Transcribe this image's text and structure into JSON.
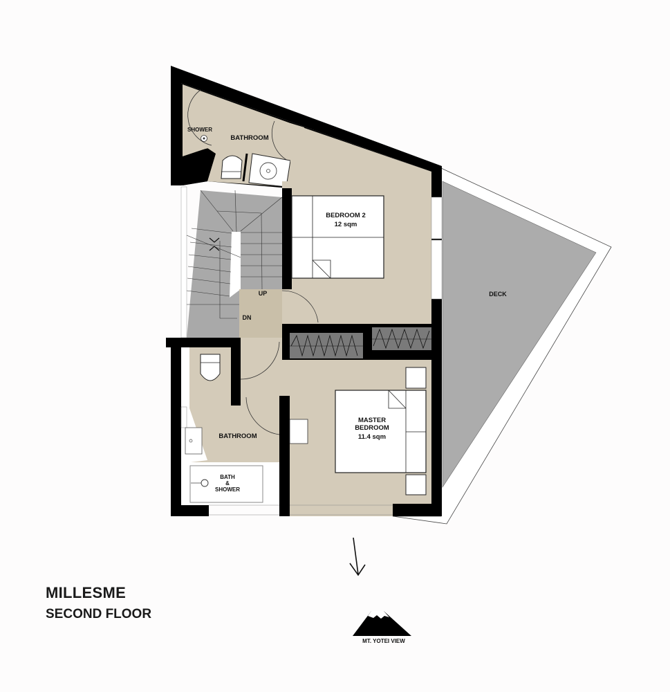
{
  "plan": {
    "project_name": "MILLESME",
    "floor_name": "SECOND FLOOR",
    "colors": {
      "background": "#fdfcfc",
      "wall": "#000000",
      "floor": "#d4cbb9",
      "stair": "#a9a9a9",
      "deck": "#acacac",
      "furniture": "#ffffff",
      "wardrobe": "#7a7a7a"
    },
    "rooms": {
      "bathroom_top": {
        "label": "BATHROOM"
      },
      "shower_top": {
        "label": "SHOWER"
      },
      "bedroom2": {
        "label": "BEDROOM  2",
        "area": "12 sqm"
      },
      "stairs_up": {
        "label": "UP"
      },
      "stairs_down": {
        "label": "DN"
      },
      "deck": {
        "label": "DECK"
      },
      "bathroom_bottom": {
        "label": "BATHROOM"
      },
      "bath_shower": {
        "label": "BATH\n&\nSHOWER"
      },
      "master_bedroom": {
        "label": "MASTER\nBEDROOM",
        "area": "11.4 sqm"
      }
    },
    "view_marker": {
      "icon": "mountain-icon",
      "arrow": "arrow-down-icon",
      "label": "MT. YOTEI VIEW"
    }
  }
}
